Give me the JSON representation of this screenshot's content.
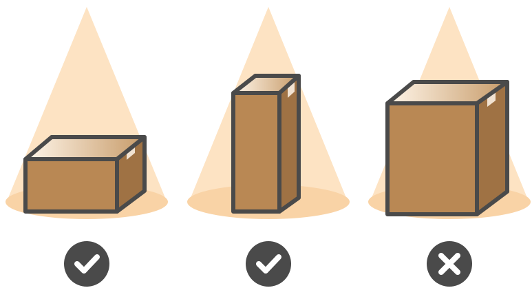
{
  "colors": {
    "cone": "#fde3c3",
    "floor": "#f9d3a6",
    "box_front": "#b98854",
    "box_side": "#9f7244",
    "box_top_light": "#fff6ea",
    "box_top_dark": "#c79b69",
    "outline": "#4a4a4a",
    "status_circle": "#4a4a4a",
    "status_mark": "#ffffff"
  },
  "items": [
    {
      "id": "low-box",
      "shape": "low-wide",
      "status": "accepted",
      "icon": "check-icon"
    },
    {
      "id": "tall-box",
      "shape": "tall-narrow",
      "status": "accepted",
      "icon": "check-icon"
    },
    {
      "id": "large-box",
      "shape": "large-cube",
      "status": "rejected",
      "icon": "cross-icon"
    }
  ]
}
